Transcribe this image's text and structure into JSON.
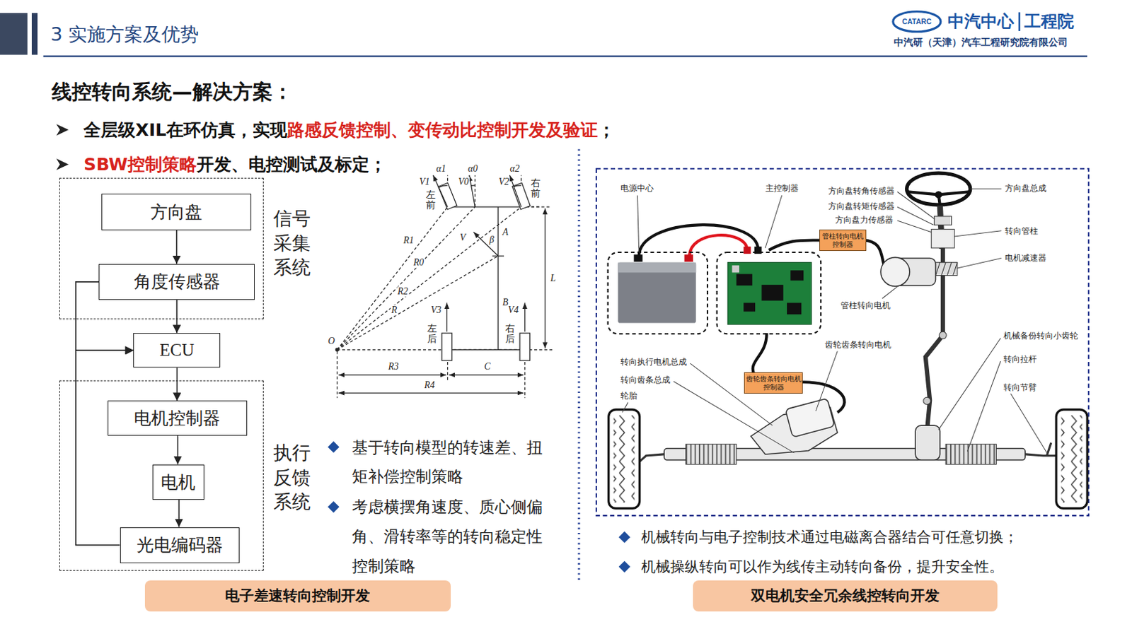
{
  "diagram": {
    "title": "3 实施方案及优势",
    "nodes": [
      {
        "text": [
          "信号采集系统"
        ]
      },
      {
        "text": [
          "方向盘"
        ],
        "in": 0
      },
      {
        "text": [
          "角度传感器"
        ],
        "in": 0
      },
      {
        "text": [
          "ECU"
        ]
      },
      {
        "text": [
          "执行反馈系统"
        ]
      },
      {
        "text": [
          "电机控制器"
        ],
        "in": 4
      },
      {
        "text": [
          "电机"
        ],
        "in": 4
      },
      {
        "text": [
          "光电编码器"
        ],
        "in": 4
      },
      {
        "text": [
          "电子差速转向控制开发"
        ]
      },
      {
        "text": [
          "管柱转向电机控制器"
        ]
      },
      {
        "text": [
          "齿轮齿条转向电机控制器"
        ]
      },
      {
        "text": [
          "双电机安全冗余线控转向开发"
        ]
      }
    ],
    "edges": [
      {
        "from": 1,
        "to": 2,
        "arrow": "to"
      },
      {
        "from": 2,
        "to": 3,
        "arrow": "to"
      },
      {
        "from": 3,
        "to": 5,
        "arrow": "to"
      },
      {
        "from": 5,
        "to": 6,
        "arrow": "to"
      },
      {
        "from": 6,
        "to": 7,
        "arrow": "to"
      },
      {
        "from": 7,
        "to": 3,
        "arrow": "to"
      },
      {
        "from": 2,
        "to": 3,
        "arrow": "to"
      }
    ],
    "labels": [
      "CATARC",
      "中汽中心",
      "工程院",
      "中汽研（天津）汽车工程研究院有限公司",
      "线控转向系统—解决方案：",
      "全层级XIL在环仿真，实现",
      "路感反馈控制、变传动比控制开发及验证",
      "；",
      "SBW控制策略",
      "开发、电控测试及标定；",
      "V1",
      "α1",
      "V0",
      "α0",
      "V2",
      "α2",
      "左前",
      "右前",
      "R1",
      "R0",
      "R2",
      "R",
      "V",
      "β",
      "A",
      "B",
      "L",
      "V3",
      "V4",
      "左后",
      "右后",
      "O",
      "R3",
      "C",
      "R4",
      "基于转向模型的转速差、扭矩补偿控制策略",
      "考虑横摆角速度、质心侧偏角、滑转率等的转向稳定性控制策略",
      "电源中心",
      "主控制器",
      "方向盘转角传感器",
      "方向盘转矩传感器",
      "方向盘力传感器",
      "方向盘总成",
      "转向管柱",
      "电机减速器",
      "管柱转向电机",
      "机械备份转向小齿轮",
      "转向拉杆",
      "转向节臂",
      "齿轮齿条转向电机",
      "转向执行电机总成",
      "转向齿条总成",
      "轮胎",
      "机械转向与电子控制技术通过电磁离合器结合可任意切换；",
      "机械操纵转向可以作为线传主动转向备份，提升安全性。"
    ]
  }
}
